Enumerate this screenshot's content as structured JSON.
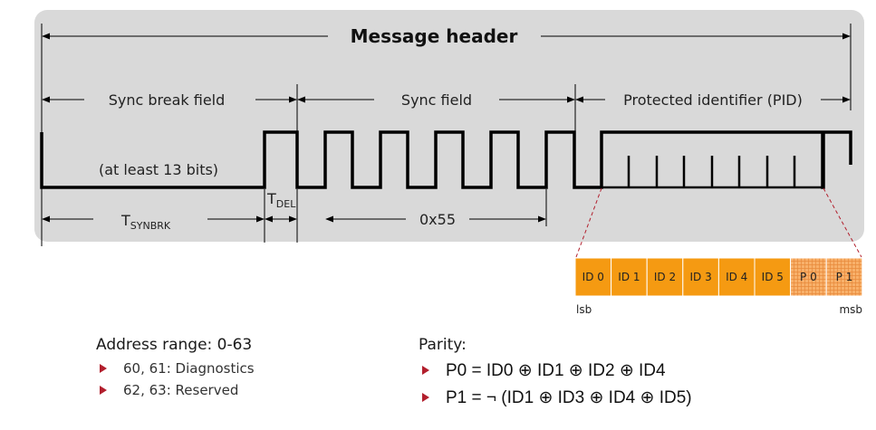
{
  "title": "Message header",
  "fields": {
    "sync_break": "Sync break field",
    "sync": "Sync field",
    "pid": "Protected identifier (PID)"
  },
  "at_least_label": "(at least 13 bits)",
  "t_synbrk": {
    "main": "T",
    "sub": "SYNBRK"
  },
  "t_del": {
    "main": "T",
    "sub": "DEL"
  },
  "sync_value": "0x55",
  "pid_bits": [
    {
      "label": "ID 0",
      "type": "id"
    },
    {
      "label": "ID 1",
      "type": "id"
    },
    {
      "label": "ID 2",
      "type": "id"
    },
    {
      "label": "ID 3",
      "type": "id"
    },
    {
      "label": "ID 4",
      "type": "id"
    },
    {
      "label": "ID 5",
      "type": "id"
    },
    {
      "label": "P 0",
      "type": "parity"
    },
    {
      "label": "P 1",
      "type": "parity"
    }
  ],
  "lsb": "lsb",
  "msb": "msb",
  "colors": {
    "panel": "#d9d9d9",
    "id_cell": "#f59a12",
    "parity_cell": "#f8b06a",
    "bullet": "#b21f2d"
  },
  "address": {
    "heading": "Address range: 0-63",
    "items": [
      "60, 61: Diagnostics",
      "62, 63: Reserved"
    ]
  },
  "parity": {
    "heading": "Parity:",
    "items": [
      "P0 = ID0 ⊕ ID1 ⊕ ID2 ⊕ ID4",
      "P1 = ¬ (ID1 ⊕ ID3 ⊕ ID4 ⊕ ID5)"
    ]
  }
}
